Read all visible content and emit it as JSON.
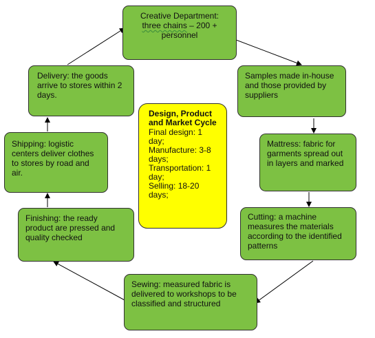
{
  "diagram": {
    "center": {
      "title": "Design, Product and Market Cycle",
      "lines": [
        "Final design: 1 day;",
        "Manufacture: 3-8 days;",
        "Transportation: 1 day;",
        "Selling: 18-20 days;"
      ]
    },
    "steps": [
      {
        "id": "creative",
        "line1": "Creative Department:",
        "line2_underlined": "three chains",
        "line2_rest": " – 200 +",
        "line3": "personnel"
      },
      {
        "id": "samples",
        "text": "Samples made in-house and those provided by suppliers"
      },
      {
        "id": "mattress",
        "text": "Mattress: fabric for garments spread out in layers and marked"
      },
      {
        "id": "cutting",
        "text": "Cutting: a machine measures the materials according to the identified patterns"
      },
      {
        "id": "sewing",
        "text": "Sewing: measured fabric is delivered to workshops to be classified and structured"
      },
      {
        "id": "finishing",
        "text": "Finishing: the ready product are pressed and quality checked"
      },
      {
        "id": "shipping",
        "text": "Shipping: logistic centers deliver clothes to stores by road and air."
      },
      {
        "id": "delivery",
        "text": "Delivery: the goods arrive to stores within 2 days."
      }
    ],
    "colors": {
      "box_fill": "#7dc143",
      "center_fill": "#ffff00",
      "border": "#2f2f2f",
      "arrow": "#000000"
    }
  }
}
